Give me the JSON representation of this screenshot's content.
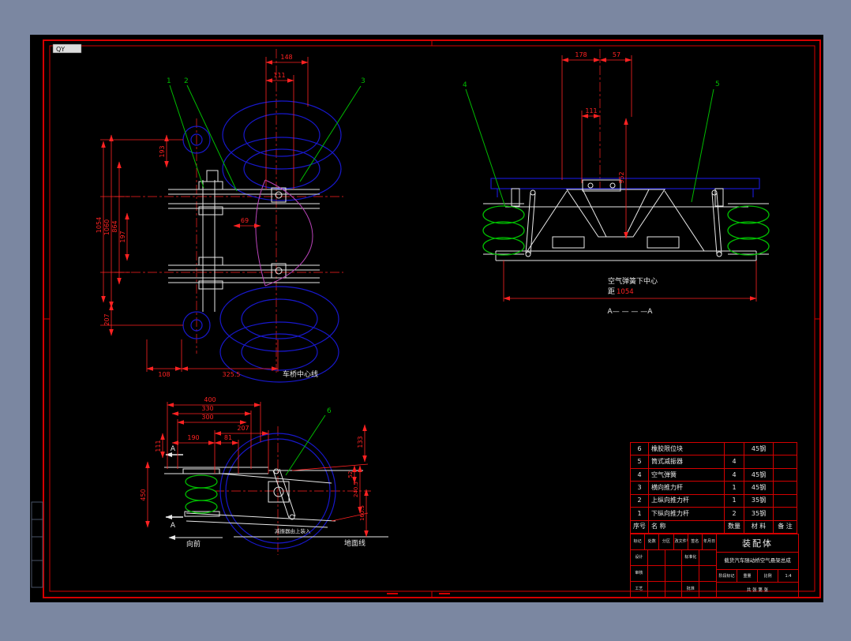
{
  "colors": {
    "outer_bg": "#7b87a1",
    "canvas_bg": "#000000",
    "frame_red": "#d40000",
    "dim_red": "#ff2222",
    "cad_blue": "#1818cc",
    "cad_green": "#00bb00",
    "cad_white": "#e8e8e8",
    "cad_magenta": "#bb44bb"
  },
  "stamp": "QY",
  "plan_view": {
    "callout_1": "1",
    "callout_2": "2",
    "callout_3": "3",
    "dim_148": "148",
    "dim_111": "111",
    "dim_69": "69",
    "dim_193": "193",
    "dim_1054": "1054",
    "dim_1060": "1060",
    "dim_864": "864",
    "dim_197": "197",
    "dim_207": "207",
    "dim_108": "108",
    "dim_325_5": "325.5",
    "axle_centerline_label": "车桥中心线"
  },
  "rear_view": {
    "callout_4": "4",
    "callout_5": "5",
    "dim_178": "178",
    "dim_57": "57",
    "dim_111": "111",
    "dim_952": "952",
    "spring_center_label": "空气弹簧下中心",
    "spring_center_prefix": "距",
    "dim_1054": "1054",
    "section_label": "A— — — —A"
  },
  "side_view": {
    "callout_6": "6",
    "dim_400": "400",
    "dim_330": "330",
    "dim_300": "300",
    "dim_190": "190",
    "dim_81": "81",
    "dim_207": "207",
    "dim_111": "111",
    "dim_133": "133",
    "dim_450": "450",
    "dim_52": "52",
    "dim_240_5": "240.5",
    "dim_160_5": "160.5",
    "section_a_top": "A",
    "section_a_bottom": "A",
    "forward_label": "向前",
    "ground_label": "地面线",
    "install_note": "减振器由上装入"
  },
  "parts_table": {
    "header": {
      "no": "序号",
      "name": "名    称",
      "qty": "数量",
      "material": "材  料",
      "note": "备  注"
    },
    "rows": [
      {
        "no": "6",
        "name": "橡胶限位块",
        "qty": "",
        "material": "45钢",
        "note": ""
      },
      {
        "no": "5",
        "name": "筒式减振器",
        "qty": "4",
        "material": "",
        "note": ""
      },
      {
        "no": "4",
        "name": "空气弹簧",
        "qty": "4",
        "material": "45钢",
        "note": ""
      },
      {
        "no": "3",
        "name": "横向推力杆",
        "qty": "1",
        "material": "45钢",
        "note": ""
      },
      {
        "no": "2",
        "name": "上纵向推力杆",
        "qty": "1",
        "material": "35钢",
        "note": ""
      },
      {
        "no": "1",
        "name": "下纵向推力杆",
        "qty": "2",
        "material": "35钢",
        "note": ""
      }
    ]
  },
  "title_block": {
    "assembly": "装配体",
    "title": "载货汽车随动桥空气悬架总成",
    "rev_row": {
      "mark": "标记",
      "count": "处数",
      "zone": "分区",
      "file": "更改文件号",
      "sign": "签名",
      "date": "年月日"
    },
    "roles": {
      "design": "设计",
      "check": "审核",
      "process": "工艺",
      "standard": "标准化",
      "approve": "批准"
    },
    "stage_label": "阶段标记",
    "weight_label": "重量",
    "scale_label": "比例",
    "scale_value": "1:4",
    "sheet_label": "共  张  第  张"
  }
}
